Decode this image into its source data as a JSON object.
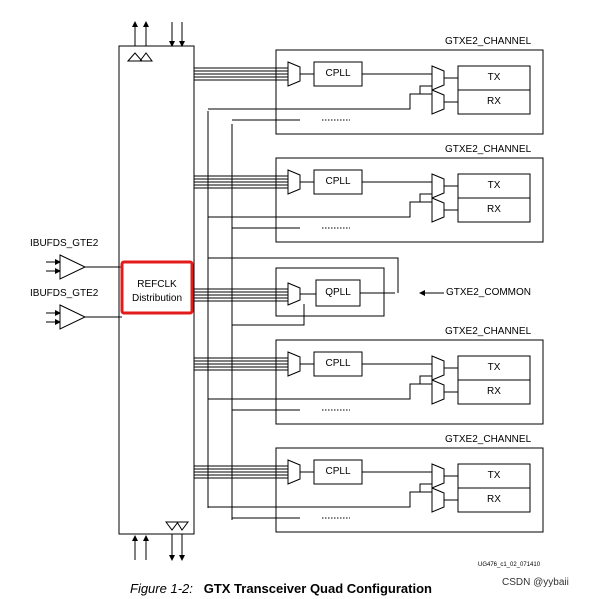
{
  "top_text": "",
  "channels": [
    {
      "title": "GTXE2_CHANNEL",
      "pll": "CPLL",
      "tx": "TX",
      "rx": "RX"
    },
    {
      "title": "GTXE2_CHANNEL",
      "pll": "CPLL",
      "tx": "TX",
      "rx": "RX"
    },
    {
      "title": "GTXE2_CHANNEL",
      "pll": "CPLL",
      "tx": "TX",
      "rx": "RX"
    },
    {
      "title": "GTXE2_CHANNEL",
      "pll": "CPLL",
      "tx": "TX",
      "rx": "RX"
    }
  ],
  "common": {
    "pll": "QPLL",
    "label": "GTXE2_COMMON"
  },
  "ibufds": [
    "IBUFDS_GTE2",
    "IBUFDS_GTE2"
  ],
  "refclk": {
    "line1": "REFCLK",
    "line2": "Distribution",
    "highlight_color": "#e31b1b"
  },
  "doc_id": "UG476_c1_02_071410",
  "caption": {
    "figure": "Figure 1-2:",
    "title": "GTX Transceiver Quad Configuration"
  },
  "watermark": "CSDN @yybaii"
}
